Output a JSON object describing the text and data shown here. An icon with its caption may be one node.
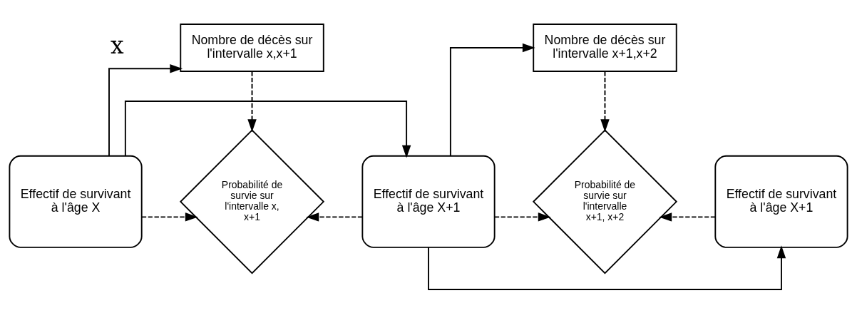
{
  "diagram": {
    "nodes": [
      {
        "text": [
          "Effectif de survivant à l'âge X"
        ]
      },
      {
        "text": [
          "Nombre de décès sur l'intervalle x,x+1"
        ]
      },
      {
        "text": [
          "Probabilité de survie sur l'intervalle x, x+1"
        ]
      },
      {
        "text": [
          "Effectif de survivant à l'âge X+1"
        ]
      },
      {
        "text": [
          "Nombre de décès sur l'intervalle x+1,x+2"
        ]
      },
      {
        "text": [
          "Probabilité de survie sur l'intervalle x+1, x+2"
        ]
      },
      {
        "text": [
          "Effectif de survivant à l'âge X+1"
        ]
      }
    ],
    "edges": [
      {
        "from": 0,
        "to": 1,
        "arrow": "to"
      },
      {
        "from": 1,
        "to": 2,
        "arrow": "to",
        "style": "dashed"
      },
      {
        "from": 0,
        "to": 2,
        "arrow": "to",
        "style": "dashed"
      },
      {
        "from": 3,
        "to": 2,
        "arrow": "to",
        "style": "dashed"
      },
      {
        "from": 0,
        "to": 3,
        "arrow": "to"
      },
      {
        "from": 3,
        "to": 4,
        "arrow": "to"
      },
      {
        "from": 4,
        "to": 5,
        "arrow": "to",
        "style": "dashed"
      },
      {
        "from": 3,
        "to": 5,
        "arrow": "to",
        "style": "dashed"
      },
      {
        "from": 6,
        "to": 5,
        "arrow": "to",
        "style": "dashed"
      },
      {
        "from": 3,
        "to": 6,
        "arrow": "to"
      }
    ],
    "labels": [
      "x"
    ]
  }
}
